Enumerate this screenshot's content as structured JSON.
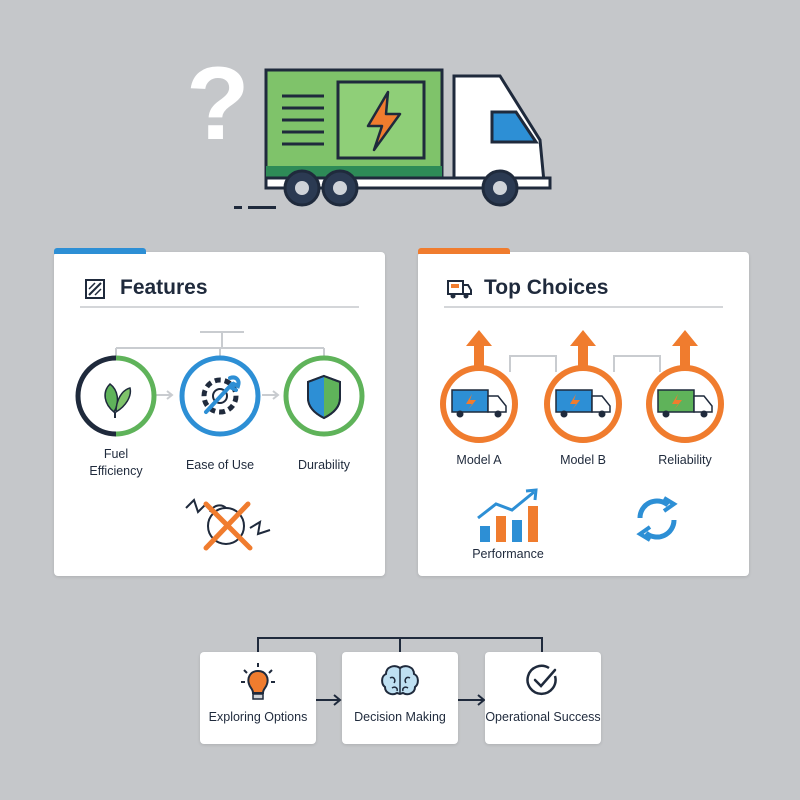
{
  "hero": {
    "question_mark": "?"
  },
  "features": {
    "title": "Features",
    "items": [
      {
        "label_line1": "Fuel",
        "label_line2": "Efficiency",
        "icon": "leaf-icon"
      },
      {
        "label": "Ease of Use",
        "icon": "gear-wrench-icon"
      },
      {
        "label": "Durability",
        "icon": "shield-icon"
      }
    ],
    "extra_icon": "crossed-out-warning-icon"
  },
  "top_choices": {
    "title": "Top Choices",
    "items": [
      {
        "label": "Model A",
        "icon": "truck-icon"
      },
      {
        "label": "Model B",
        "icon": "truck-icon"
      },
      {
        "label": "Reliability",
        "icon": "truck-icon"
      }
    ],
    "performance_label": "Performance",
    "extra_icon": "refresh-cycle-icon"
  },
  "process": [
    {
      "label": "Exploring Options",
      "icon": "lightbulb-icon"
    },
    {
      "label": "Decision Making",
      "icon": "brain-icon"
    },
    {
      "label": "Operational Success",
      "icon": "checkmark-icon"
    }
  ],
  "colors": {
    "background": "#c5c7ca",
    "green": "#5fb35a",
    "blue": "#2d8fd5",
    "orange": "#f07c2e",
    "navy": "#1f2a3c",
    "dark_green": "#2e8b57"
  }
}
